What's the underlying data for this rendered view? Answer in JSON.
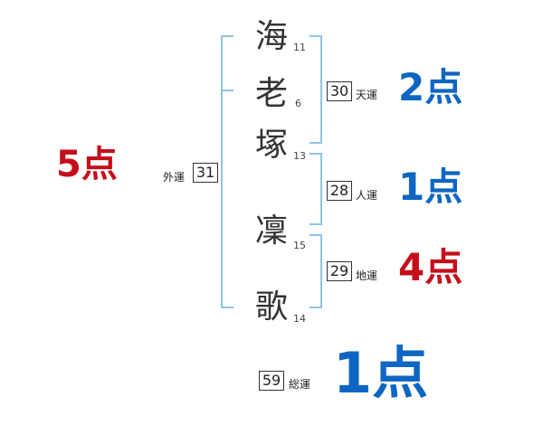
{
  "name": {
    "characters": [
      {
        "char": "海",
        "strokes": "11"
      },
      {
        "char": "老",
        "strokes": "6"
      },
      {
        "char": "塚",
        "strokes": "13"
      },
      {
        "char": "凜",
        "strokes": "15"
      },
      {
        "char": "歌",
        "strokes": "14"
      }
    ]
  },
  "fortunes": {
    "gaiun": {
      "value": "31",
      "label": "外運",
      "score": "5点",
      "color": "#c40f1a"
    },
    "tenun": {
      "value": "30",
      "label": "天運",
      "score": "2点",
      "color": "#0e66c2"
    },
    "jinun": {
      "value": "28",
      "label": "人運",
      "score": "1点",
      "color": "#0e66c2"
    },
    "chiun": {
      "value": "29",
      "label": "地運",
      "score": "4点",
      "color": "#c40f1a"
    },
    "souun": {
      "value": "59",
      "label": "総運",
      "score": "1点",
      "color": "#0e66c2"
    }
  },
  "colors": {
    "bracket": "#8cc4e6",
    "blue": "#0e66c2",
    "red": "#c40f1a"
  }
}
